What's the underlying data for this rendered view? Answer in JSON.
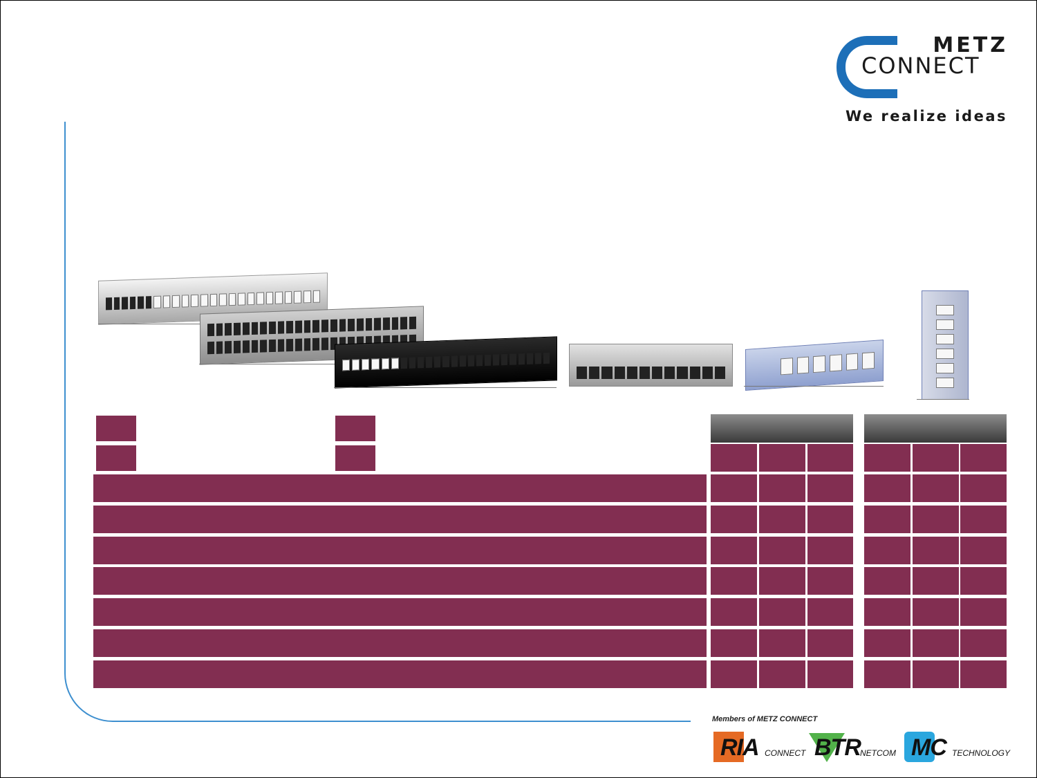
{
  "logo": {
    "brand_top": "METZ",
    "brand_bottom": "CONNECT",
    "tagline": "We realize ideas",
    "brand_color": "#1d6fb8"
  },
  "products": [
    {
      "name": "patch-panel-silver-24"
    },
    {
      "name": "patch-panel-48-double-row"
    },
    {
      "name": "patch-panel-black-24"
    },
    {
      "name": "distribution-panel-gray"
    },
    {
      "name": "rail-module-blue"
    },
    {
      "name": "vertical-module-blue"
    }
  ],
  "table": {
    "accent_color": "#822e51",
    "header_gradient": [
      "#8c8c8c",
      "#3a3a3a"
    ],
    "row_count": 7
  },
  "footer": {
    "members_label": "Members of METZ CONNECT",
    "members": [
      {
        "word": "RIA",
        "suffix": "CONNECT",
        "color": "#e56a24"
      },
      {
        "word": "BTR",
        "suffix": "NETCOM",
        "color": "#52b24a"
      },
      {
        "word": "MC",
        "suffix": "TECHNOLOGY",
        "color": "#2aa6de"
      }
    ]
  }
}
